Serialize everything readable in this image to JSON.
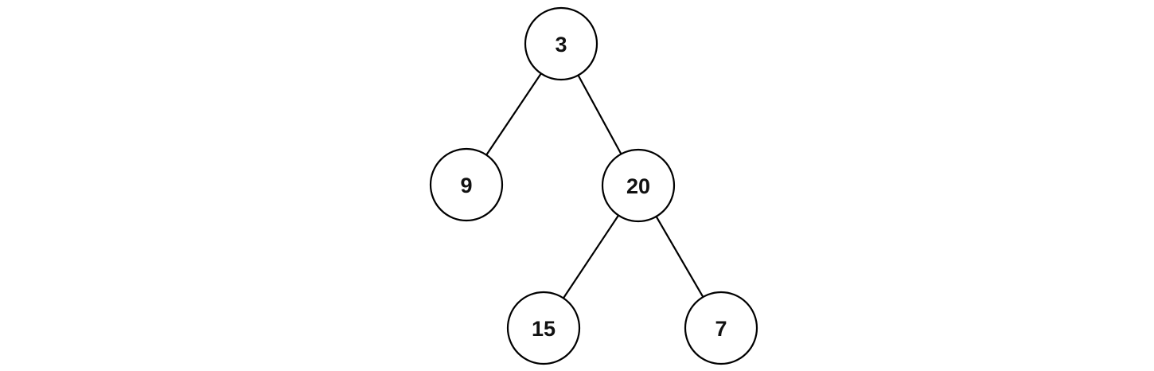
{
  "tree": {
    "nodes": [
      {
        "id": "n3",
        "value": "3"
      },
      {
        "id": "n9",
        "value": "9"
      },
      {
        "id": "n20",
        "value": "20"
      },
      {
        "id": "n15",
        "value": "15"
      },
      {
        "id": "n7",
        "value": "7"
      }
    ],
    "edges": [
      {
        "from": "n3",
        "to": "n9"
      },
      {
        "from": "n3",
        "to": "n20"
      },
      {
        "from": "n20",
        "to": "n15"
      },
      {
        "from": "n20",
        "to": "n7"
      }
    ]
  }
}
